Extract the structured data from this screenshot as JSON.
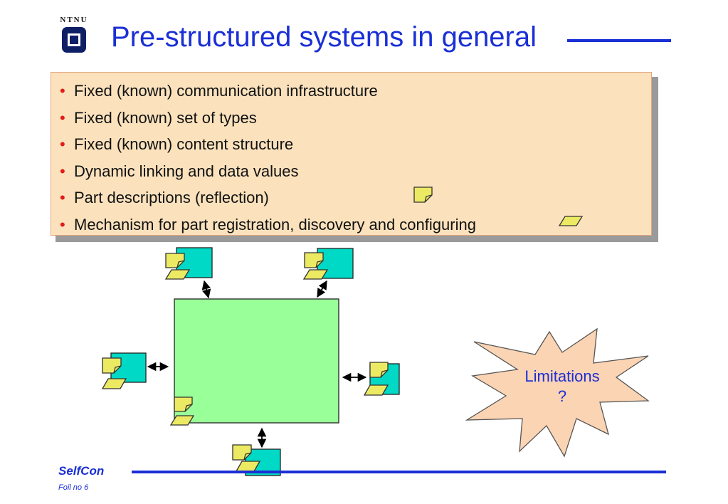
{
  "header": {
    "logo_text": "NTNU",
    "title": "Pre-structured systems in general"
  },
  "bullets": [
    "Fixed (known) communication infrastructure",
    "Fixed (known) set of types",
    "Fixed (known) content structure",
    "Dynamic linking and data values",
    "Part descriptions (reflection)",
    "Mechanism for part registration, discovery and configuring"
  ],
  "diagram": {
    "callout_line1": "Limitations",
    "callout_line2": "?"
  },
  "footer": {
    "brand": "SelfCon",
    "foil": "Foil no 6"
  },
  "colors": {
    "accent": "#1a2fd6",
    "bullet": "#e31a1a",
    "panel": "#fbe2bd",
    "center_box": "#99ff99",
    "part_box": "#00d9c5",
    "note": "#ecea63",
    "starburst": "#fbd4b4"
  }
}
